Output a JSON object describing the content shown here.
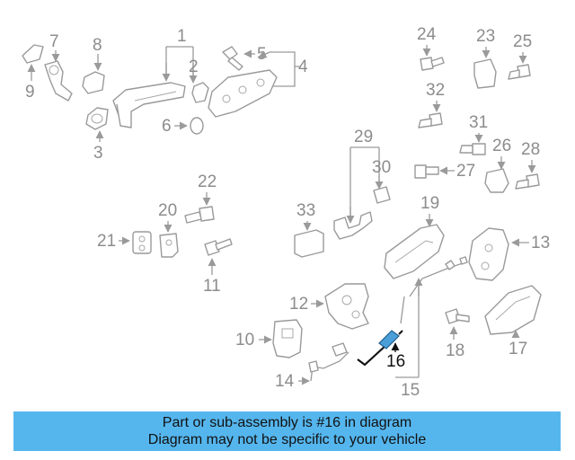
{
  "callouts": {
    "n1": "1",
    "n2": "2",
    "n3": "3",
    "n4": "4",
    "n5": "5",
    "n6": "6",
    "n7": "7",
    "n8": "8",
    "n9": "9",
    "n10": "10",
    "n11": "11",
    "n12": "12",
    "n13": "13",
    "n14": "14",
    "n15": "15",
    "n16": "16",
    "n17": "17",
    "n18": "18",
    "n19": "19",
    "n20": "20",
    "n21": "21",
    "n22": "22",
    "n23": "23",
    "n24": "24",
    "n25": "25",
    "n26": "26",
    "n27": "27",
    "n28": "28",
    "n29": "29",
    "n30": "30",
    "n31": "31",
    "n32": "32",
    "n33": "33"
  },
  "banner": {
    "line1": "Part or sub-assembly is #16 in diagram",
    "line2": "Diagram may not be specific to your vehicle"
  },
  "colors": {
    "highlight_part": "#4a9fd8",
    "banner_bg": "#55b6ee",
    "line_gray": "#9a9a9a"
  }
}
